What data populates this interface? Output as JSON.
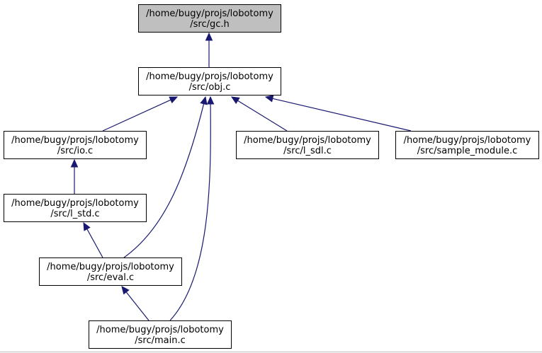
{
  "colors": {
    "edge": "#191970",
    "node_fill": "#ffffff",
    "highlight_fill": "#bfbfbf",
    "node_stroke": "#000000"
  },
  "nodes": [
    {
      "id": "gc_h",
      "line1": "/home/bugy/projs/lobotomy",
      "line2": "/src/gc.h",
      "highlight": true
    },
    {
      "id": "obj_c",
      "line1": "/home/bugy/projs/lobotomy",
      "line2": "/src/obj.c",
      "highlight": false
    },
    {
      "id": "io_c",
      "line1": "/home/bugy/projs/lobotomy",
      "line2": "/src/io.c",
      "highlight": false
    },
    {
      "id": "l_sdl_c",
      "line1": "/home/bugy/projs/lobotomy",
      "line2": "/src/l_sdl.c",
      "highlight": false
    },
    {
      "id": "sample_module_c",
      "line1": "/home/bugy/projs/lobotomy",
      "line2": "/src/sample_module.c",
      "highlight": false
    },
    {
      "id": "l_std_c",
      "line1": "/home/bugy/projs/lobotomy",
      "line2": "/src/l_std.c",
      "highlight": false
    },
    {
      "id": "eval_c",
      "line1": "/home/bugy/projs/lobotomy",
      "line2": "/src/eval.c",
      "highlight": false
    },
    {
      "id": "main_c",
      "line1": "/home/bugy/projs/lobotomy",
      "line2": "/src/main.c",
      "highlight": false
    }
  ],
  "edges": [
    {
      "from": "obj_c",
      "to": "gc_h"
    },
    {
      "from": "io_c",
      "to": "obj_c"
    },
    {
      "from": "l_sdl_c",
      "to": "obj_c"
    },
    {
      "from": "sample_module_c",
      "to": "obj_c"
    },
    {
      "from": "eval_c",
      "to": "obj_c"
    },
    {
      "from": "main_c",
      "to": "obj_c"
    },
    {
      "from": "l_std_c",
      "to": "io_c"
    },
    {
      "from": "eval_c",
      "to": "l_std_c"
    },
    {
      "from": "main_c",
      "to": "eval_c"
    }
  ]
}
